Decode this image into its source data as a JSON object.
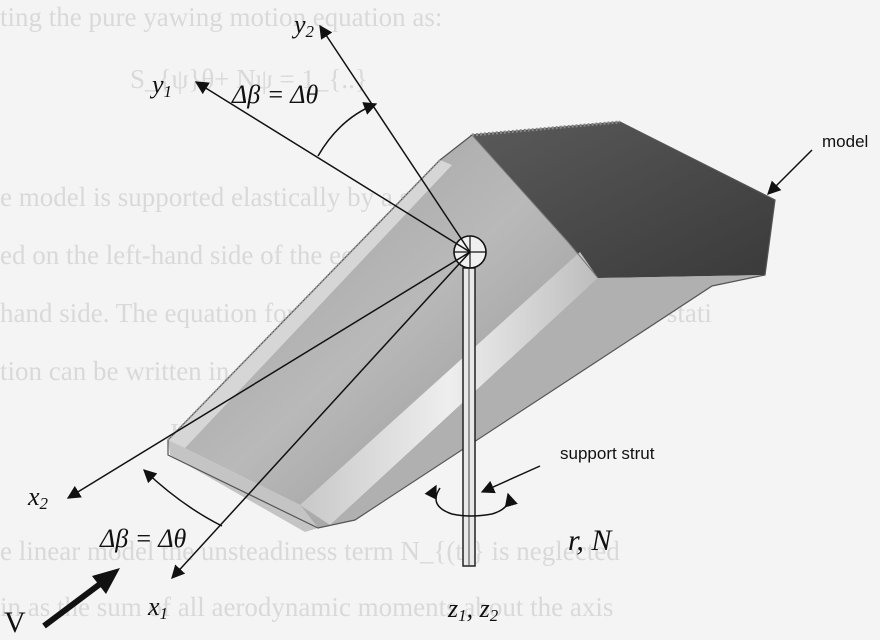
{
  "background_text": [
    "ting the pure yawing motion equation as:",
    "S_{ψ}θ+ Nψ = 1_{..}",
    "e model is supported elastically by a strut so the mechanical fo",
    "ed on the left-hand side of the equation and the aerodynamic mo",
    "hand side. The equation for such motion in rotation about the stati",
    "tion can be written in terms of a single parameter",
    "I_{..}θ + Kθ = N",
    "e linear model the unsteadiness term N_{(t)} is neglected",
    "in as the sum of all aerodynamic moments about the axis"
  ],
  "labels": {
    "y2": {
      "base": "y",
      "sub": "2"
    },
    "y1": {
      "base": "y",
      "sub": "1"
    },
    "x2": {
      "base": "x",
      "sub": "2"
    },
    "x1": {
      "base": "x",
      "sub": "1"
    },
    "z1": {
      "base": "z",
      "sub": "1"
    },
    "z2": {
      "base": "z",
      "sub": "2"
    },
    "angle_top": "Δβ = Δθ",
    "angle_bottom": "Δβ = Δθ",
    "model": "model",
    "support_strut": "support strut",
    "rN": "r, N",
    "velocity": "V"
  }
}
